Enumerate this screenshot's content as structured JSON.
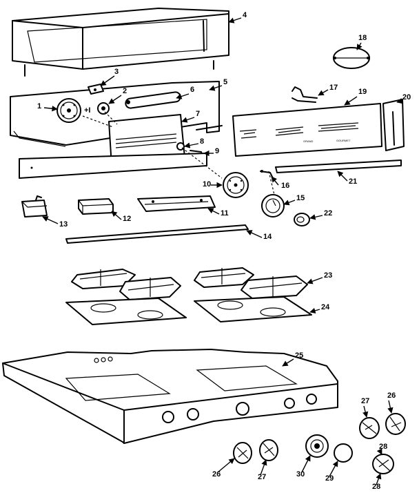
{
  "callouts": [
    "1",
    "2",
    "3",
    "4",
    "5",
    "6",
    "7",
    "8",
    "9",
    "10",
    "11",
    "12",
    "13",
    "14",
    "15",
    "16",
    "17",
    "18",
    "19",
    "20",
    "21",
    "22",
    "23",
    "24",
    "25",
    "26",
    "26",
    "27",
    "27",
    "28",
    "28",
    "29",
    "30"
  ],
  "panel_marking": [
    "GRAND",
    "GOURMET"
  ]
}
